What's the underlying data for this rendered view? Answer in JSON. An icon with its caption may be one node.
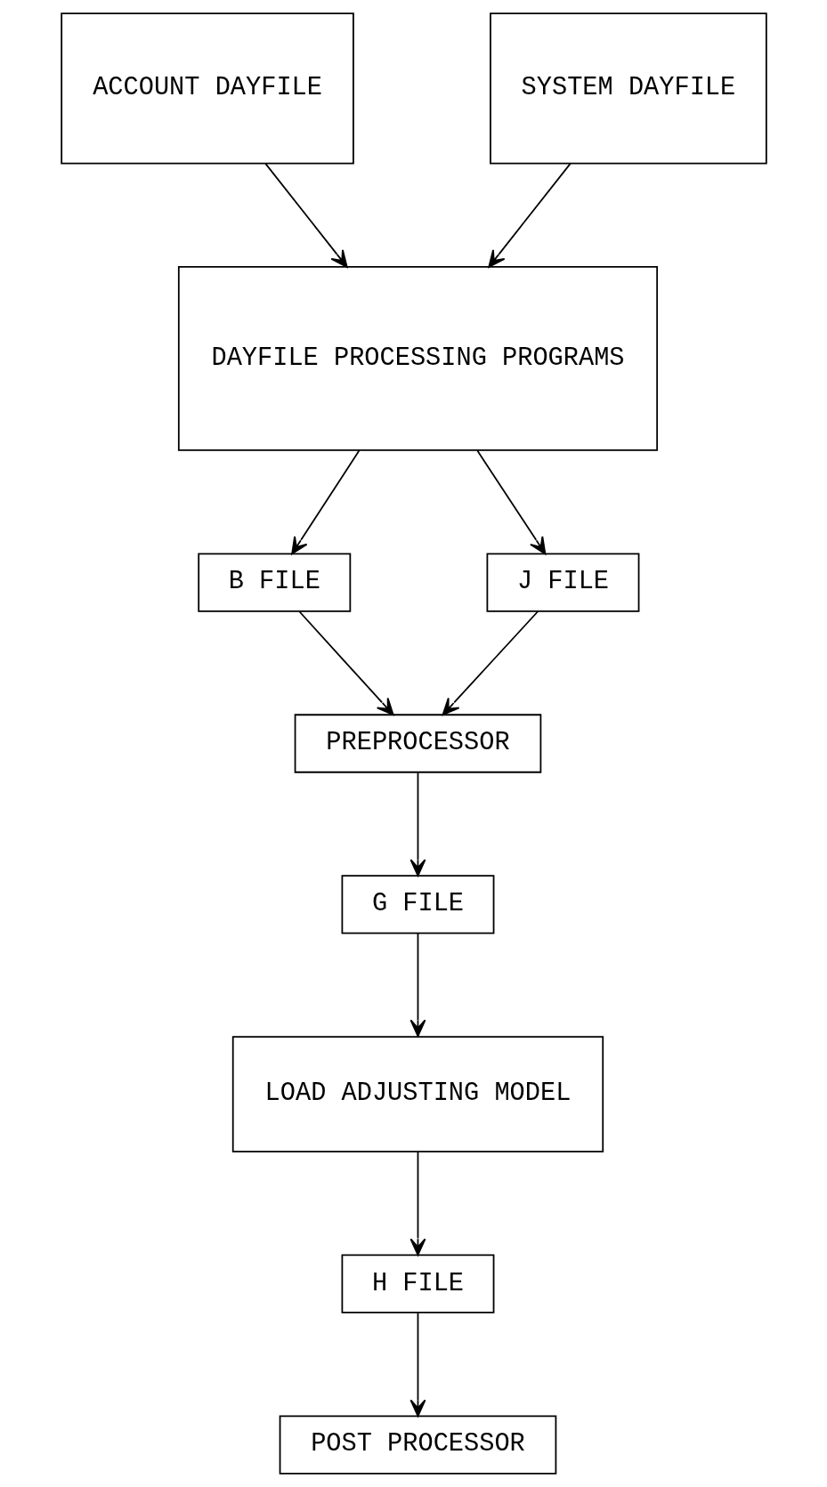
{
  "diagram": {
    "nodes": [
      {
        "text": [
          "ACCOUNT DAYFILE"
        ]
      },
      {
        "text": [
          "SYSTEM DAYFILE"
        ]
      },
      {
        "text": [
          "DAYFILE PROCESSING PROGRAMS"
        ]
      },
      {
        "text": [
          "B FILE"
        ]
      },
      {
        "text": [
          "J FILE"
        ]
      },
      {
        "text": [
          "PREPROCESSOR"
        ]
      },
      {
        "text": [
          "G FILE"
        ]
      },
      {
        "text": [
          "LOAD ADJUSTING MODEL"
        ]
      },
      {
        "text": [
          "H FILE"
        ]
      },
      {
        "text": [
          "POST PROCESSOR"
        ]
      }
    ],
    "edges": [
      {
        "from": 0,
        "to": 2,
        "arrow": "to"
      },
      {
        "from": 1,
        "to": 2,
        "arrow": "to"
      },
      {
        "from": 2,
        "to": 3,
        "arrow": "to"
      },
      {
        "from": 2,
        "to": 4,
        "arrow": "to"
      },
      {
        "from": 3,
        "to": 5,
        "arrow": "to"
      },
      {
        "from": 4,
        "to": 5,
        "arrow": "to"
      },
      {
        "from": 5,
        "to": 6,
        "arrow": "to"
      },
      {
        "from": 6,
        "to": 7,
        "arrow": "to"
      },
      {
        "from": 7,
        "to": 8,
        "arrow": "to"
      },
      {
        "from": 8,
        "to": 9,
        "arrow": "to"
      }
    ]
  }
}
